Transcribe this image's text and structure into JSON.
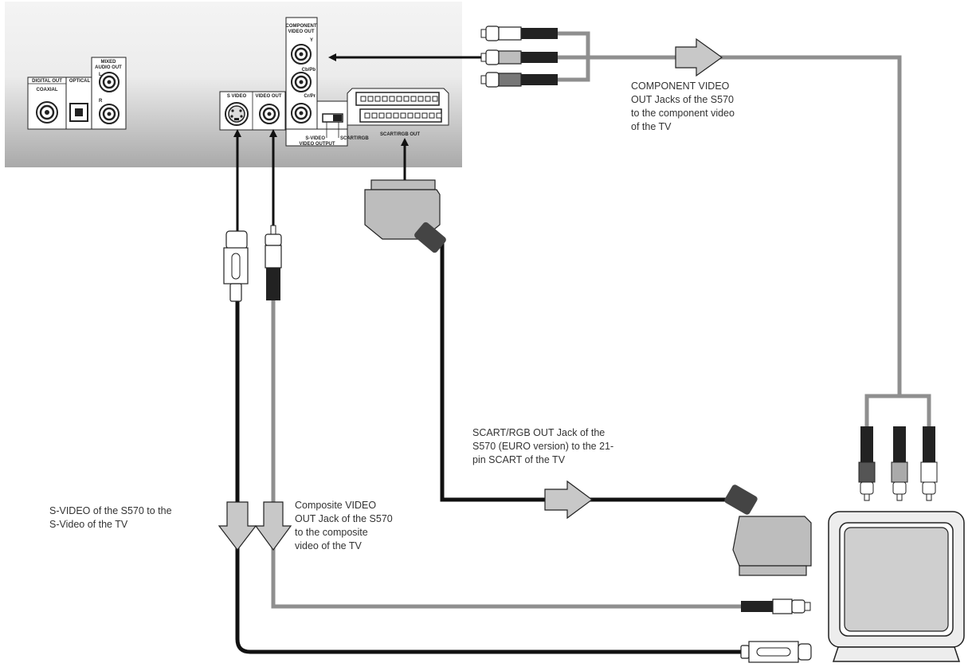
{
  "panel": {
    "digital_out": "DIGITAL OUT",
    "coaxial": "COAXIAL",
    "optical": "OPTICAL",
    "mixed_audio_out_1": "MIXED",
    "mixed_audio_out_2": "AUDIO OUT",
    "audio_l": "L",
    "audio_r": "R",
    "s_video": "S VIDEO",
    "video_out": "VIDEO OUT",
    "component_1": "COMPONENT",
    "component_2": "VIDEO OUT",
    "y": "Y",
    "cb_pb": "Cb/Pb",
    "cr_pr": "Cr/Pr",
    "switch_s_video": "S-VIDEO",
    "switch_scart_rgb": "SCART/RGB",
    "video_output": "VIDEO OUTPUT",
    "scart_rgb_out": "SCART/RGB OUT"
  },
  "captions": {
    "component": [
      "COMPONENT VIDEO",
      "OUT Jacks of the S570",
      "to the component video",
      "of the TV"
    ],
    "scart": [
      "SCART/RGB OUT Jack of the",
      "S570 (EURO version) to the 21-",
      "pin SCART of the TV"
    ],
    "svideo": [
      "S-VIDEO of the S570 to the",
      "S-Video of the TV"
    ],
    "composite": [
      "Composite VIDEO",
      "OUT Jack of the S570",
      "to the composite",
      "video of the TV"
    ]
  }
}
